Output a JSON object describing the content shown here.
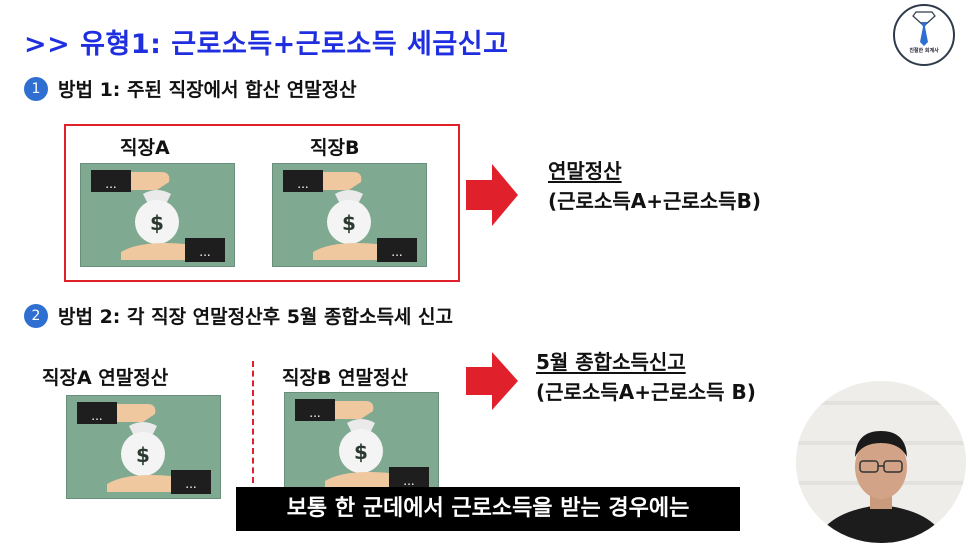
{
  "title": ">> 유형1: 근로소득+근로소득 세금신고",
  "logo": {
    "text": "친절한 회계사"
  },
  "method1": {
    "number": "1",
    "label": "방법 1: 주된 직장에서 합산 연말정산",
    "workplace_a": "직장A",
    "workplace_b": "직장B",
    "result_line1": "연말정산",
    "result_line2": "(근로소득A+근로소득B)"
  },
  "method2": {
    "number": "2",
    "label": "방법 2: 각 직장 연말정산후 5월 종합소득세 신고",
    "workplace_a": "직장A 연말정산",
    "workplace_b": "직장B 연말정산",
    "result_line1": "5월 종합소득신고",
    "result_line2": "(근로소득A+근로소득 B)"
  },
  "money_icon": {
    "symbol": "$",
    "dots": "..."
  },
  "subtitle": "보통 한 군데에서 근로소득을 받는 경우에는",
  "colors": {
    "title": "#1f2fe0",
    "badge": "#2f6fd1",
    "accent_red": "#e0202a",
    "money_bg": "#7fa991"
  }
}
